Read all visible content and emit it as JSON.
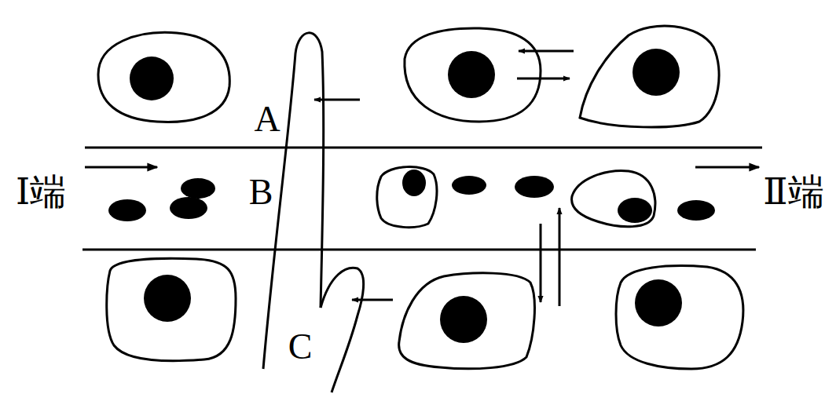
{
  "diagram": {
    "labels": [
      "A",
      "Ⅰ端",
      "B",
      "Ⅱ端",
      "C"
    ]
  }
}
